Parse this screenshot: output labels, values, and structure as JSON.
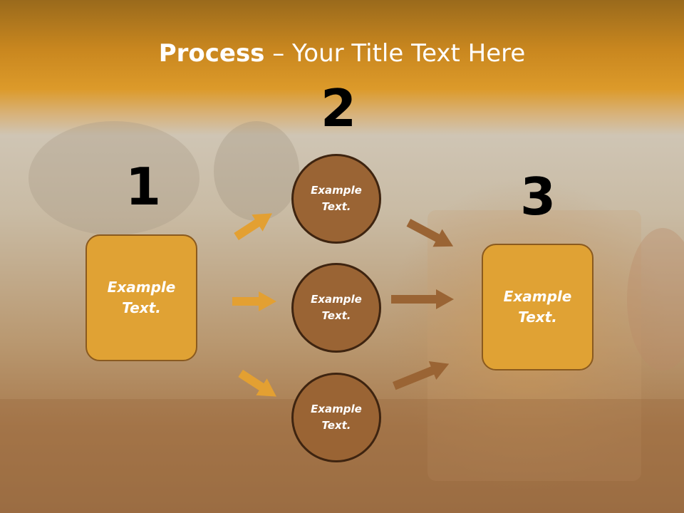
{
  "title": {
    "bold": "Process",
    "rest": " – Your Title Text Here"
  },
  "numbers": {
    "n1": "1",
    "n2": "2",
    "n3": "3"
  },
  "box_left": {
    "line1": "Example",
    "line2": "Text."
  },
  "box_right": {
    "line1": "Example",
    "line2": "Text."
  },
  "circles": [
    {
      "line1": "Example",
      "line2": "Text."
    },
    {
      "line1": "Example",
      "line2": "Text."
    },
    {
      "line1": "Example",
      "line2": "Text."
    }
  ],
  "colors": {
    "box_fill": "#e0a234",
    "circle_fill": "#9a6434",
    "arrow_left": "#e3a032",
    "arrow_right": "#9a6434",
    "header": "#c9871f"
  }
}
